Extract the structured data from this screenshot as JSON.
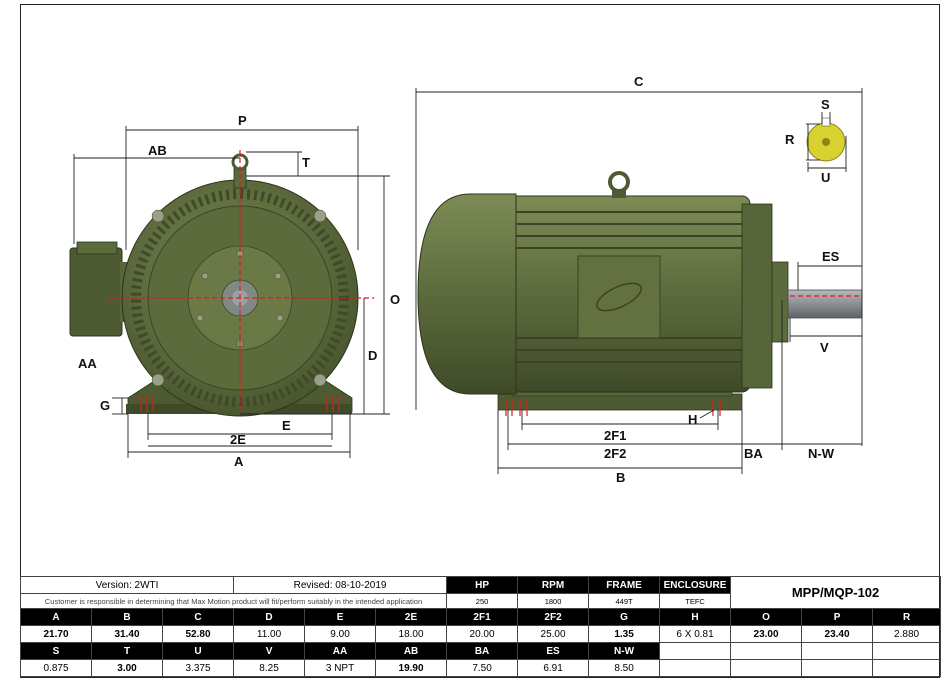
{
  "labels": {
    "front": {
      "p": "P",
      "ab": "AB",
      "t": "T",
      "o": "O",
      "d": "D",
      "aa": "AA",
      "g": "G",
      "e": "E",
      "two_e": "2E",
      "a": "A"
    },
    "side": {
      "c": "C",
      "s": "S",
      "r": "R",
      "u": "U",
      "es": "ES",
      "v": "V",
      "h": "H",
      "two_f1": "2F1",
      "two_f2": "2F2",
      "ba": "BA",
      "nw": "N-W",
      "b": "B"
    }
  },
  "title_block": {
    "version": "Version: 2WTI",
    "revised": "Revised: 08-10-2019",
    "disclaimer": "Customer is responsible in determining that Max Motion product will fit/perform suitably in the intended application",
    "model": "MPP/MQP-102",
    "specs": {
      "headers": [
        "HP",
        "RPM",
        "FRAME",
        "ENCLOSURE"
      ],
      "values": [
        "250",
        "1800",
        "449T",
        "TEFC"
      ]
    }
  },
  "dimensions": {
    "row1": {
      "headers": [
        "A",
        "B",
        "C",
        "D",
        "E",
        "2E",
        "2F1",
        "2F2",
        "G",
        "H",
        "O",
        "P",
        "R"
      ],
      "values": [
        "21.70",
        "31.40",
        "52.80",
        "11.00",
        "9.00",
        "18.00",
        "20.00",
        "25.00",
        "1.35",
        "6 X 0.81",
        "23.00",
        "23.40",
        "2.880"
      ]
    },
    "row2": {
      "headers": [
        "S",
        "T",
        "U",
        "V",
        "AA",
        "AB",
        "BA",
        "ES",
        "N-W"
      ],
      "values": [
        "0.875",
        "3.00",
        "3.375",
        "8.25",
        "3 NPT",
        "19.90",
        "7.50",
        "6.91",
        "8.50"
      ]
    }
  },
  "colors": {
    "motor_body": "#5c6b3c",
    "motor_dark": "#3f4a28",
    "motor_light": "#7d8c56",
    "shaft": "#8c8f94",
    "shaft_key": "#d9d130",
    "center_line": "#d81e1e"
  }
}
